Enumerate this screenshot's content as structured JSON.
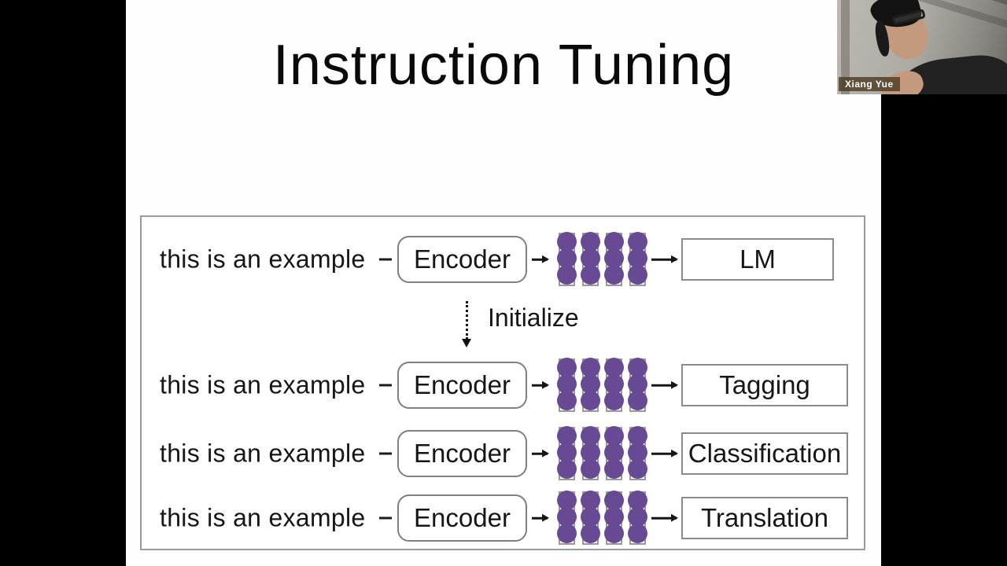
{
  "slide": {
    "title": "Instruction Tuning",
    "diagram": {
      "initialize_label": "Initialize",
      "rows": [
        {
          "input_text": "this is an example",
          "encoder_label": "Encoder",
          "task_label": "LM"
        },
        {
          "input_text": "this is an example",
          "encoder_label": "Encoder",
          "task_label": "Tagging"
        },
        {
          "input_text": "this is an example",
          "encoder_label": "Encoder",
          "task_label": "Classification"
        },
        {
          "input_text": "this is an example",
          "encoder_label": "Encoder",
          "task_label": "Translation"
        }
      ],
      "embedding": {
        "columns": 4,
        "dots_per_column": 3,
        "dot_color": "#684a94",
        "cell_border_color": "#999999"
      }
    }
  },
  "webcam": {
    "participant_name": "Xiang Yue"
  }
}
